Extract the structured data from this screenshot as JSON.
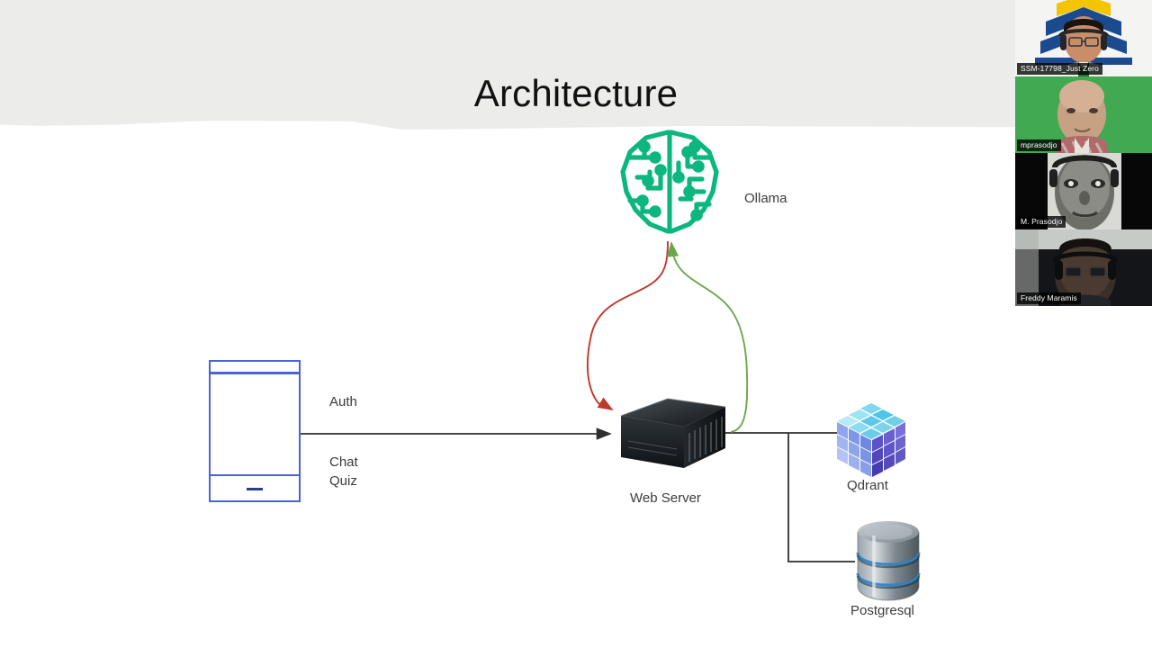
{
  "slide": {
    "title": "Architecture",
    "background_color": "#ffffff",
    "header_band_color": "#ececeb"
  },
  "diagram": {
    "type": "architecture-diagram",
    "nodes": [
      {
        "id": "client",
        "label": "",
        "icon": "mobile-phone-icon",
        "color": "#4a63d8"
      },
      {
        "id": "ollama",
        "label": "Ollama",
        "icon": "ai-brain-circuit-icon",
        "color": "#0bb77e"
      },
      {
        "id": "webserver",
        "label": "Web Server",
        "icon": "server-box-icon",
        "color": "#2b3034"
      },
      {
        "id": "qdrant",
        "label": "Qdrant",
        "icon": "vector-cube-icon",
        "color": "#6a5acd"
      },
      {
        "id": "postgres",
        "label": "Postgresql",
        "icon": "database-cylinder-icon",
        "color": "#6e7a82"
      }
    ],
    "edges": [
      {
        "from": "client",
        "to": "webserver",
        "labels": [
          "Auth",
          "Chat",
          "Quiz"
        ],
        "color": "#2f2f2f",
        "style": "arrow"
      },
      {
        "from": "webserver",
        "to": "ollama",
        "labels": [],
        "color": "#6aa84f",
        "style": "curved-arrow"
      },
      {
        "from": "ollama",
        "to": "webserver",
        "labels": [],
        "color": "#c0392b",
        "style": "curved-arrow"
      },
      {
        "from": "webserver",
        "to": "qdrant",
        "labels": [],
        "color": "#2f2f2f",
        "style": "line"
      },
      {
        "from": "webserver",
        "to": "postgres",
        "labels": [],
        "color": "#2f2f2f",
        "style": "line"
      }
    ],
    "edge_labels": {
      "auth": "Auth",
      "chat": "Chat",
      "quiz": "Quiz"
    }
  },
  "video_panel": {
    "participants": [
      {
        "name": "SSM-17798_Just Zero"
      },
      {
        "name": "mprasodjo"
      },
      {
        "name": "M. Prasodjo"
      },
      {
        "name": "Freddy Maramis"
      }
    ]
  }
}
